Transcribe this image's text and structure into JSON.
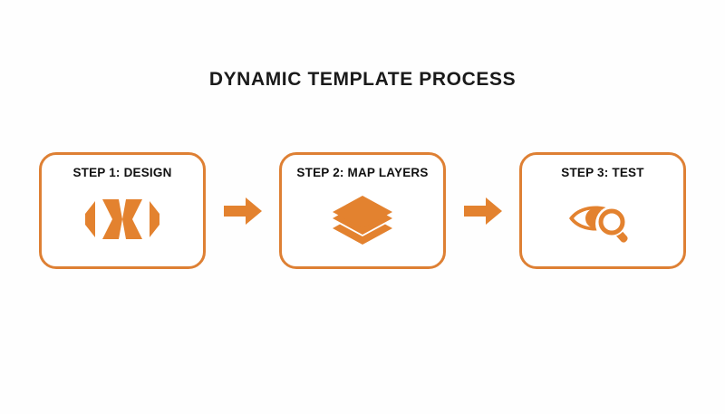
{
  "slide": {
    "background_color": "#FEFEFE",
    "title": "DYNAMIC TEMPLATE PROCESS",
    "accent_color": "#DE8034",
    "icon_color": "#E3822F",
    "text_color": "#111111"
  },
  "steps": [
    {
      "label": "STEP 1: DESIGN",
      "icon_name": "design-bowtie-icon"
    },
    {
      "label": "STEP 2: MAP LAYERS",
      "icon_name": "map-layers-icon"
    },
    {
      "label": "STEP 3: TEST",
      "icon_name": "eye-magnifier-icon"
    }
  ],
  "arrows": [
    {
      "icon_name": "arrow-right-icon"
    },
    {
      "icon_name": "arrow-right-icon"
    }
  ]
}
